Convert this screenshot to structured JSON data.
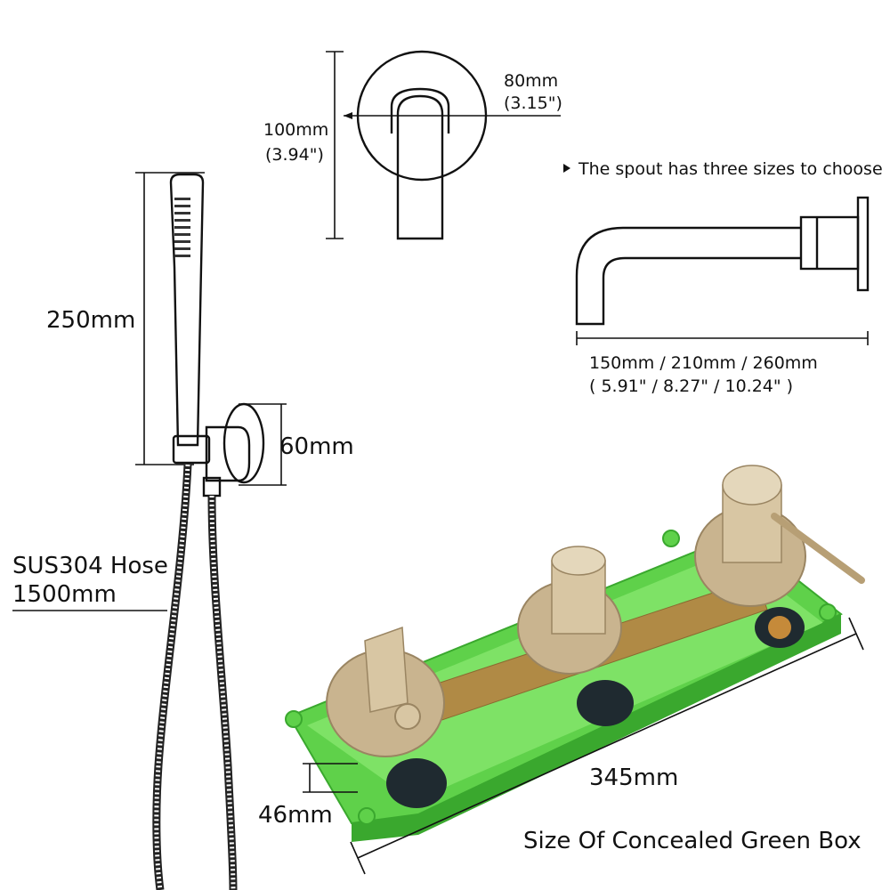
{
  "colors": {
    "box_green": "#5fd14a",
    "box_green_dark": "#3aa82e",
    "brass": "#c9b48f",
    "brass_dark": "#9a8562",
    "pipe": "#b08a45",
    "port": "#1f2a30",
    "line": "#111111"
  },
  "faceplate": {
    "height_label": "100mm",
    "height_label_in": "(3.94\")",
    "width_label": "80mm",
    "width_label_in": "(3.15\")"
  },
  "spout": {
    "note": "The spout has three sizes to choose",
    "sizes_mm": "150mm / 210mm / 260mm",
    "sizes_in": "( 5.91\"   /   8.27\"   /   10.24\" )"
  },
  "hand_shower": {
    "length_label": "250mm",
    "holder_label": "60mm"
  },
  "hose": {
    "material_label": "SUS304 Hose",
    "length_label": "1500mm"
  },
  "green_box": {
    "length_label": "345mm",
    "depth_label": "46mm",
    "caption": "Size Of Concealed Green Box"
  }
}
